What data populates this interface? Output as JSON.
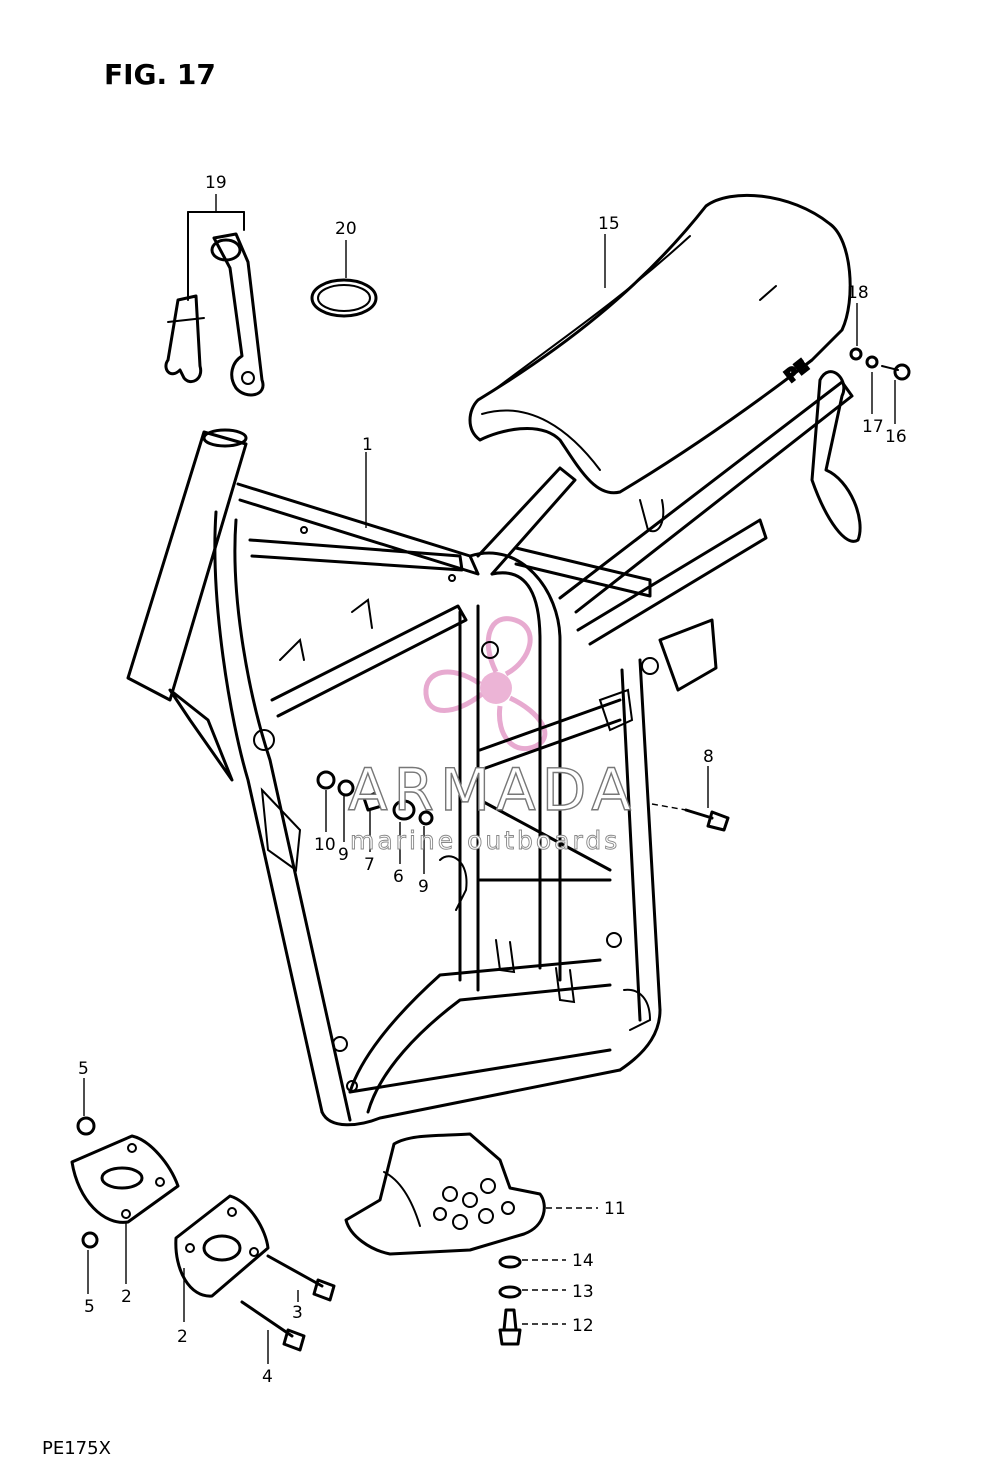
{
  "figure": {
    "title": "FIG. 17",
    "model": "PE175X"
  },
  "watermark": {
    "name": "ARMADA",
    "tagline": "marine outboards",
    "logo_icon": "propeller-icon",
    "logo_color": "#e39cc8"
  },
  "callouts": [
    {
      "id": "c1",
      "label": "1"
    },
    {
      "id": "c2a",
      "label": "2"
    },
    {
      "id": "c2b",
      "label": "2"
    },
    {
      "id": "c3",
      "label": "3"
    },
    {
      "id": "c4",
      "label": "4"
    },
    {
      "id": "c5a",
      "label": "5"
    },
    {
      "id": "c5b",
      "label": "5"
    },
    {
      "id": "c6",
      "label": "6"
    },
    {
      "id": "c7",
      "label": "7"
    },
    {
      "id": "c8",
      "label": "8"
    },
    {
      "id": "c9a",
      "label": "9"
    },
    {
      "id": "c9b",
      "label": "9"
    },
    {
      "id": "c10",
      "label": "10"
    },
    {
      "id": "c11",
      "label": "11"
    },
    {
      "id": "c12",
      "label": "12"
    },
    {
      "id": "c13",
      "label": "13"
    },
    {
      "id": "c14",
      "label": "14"
    },
    {
      "id": "c15",
      "label": "15"
    },
    {
      "id": "c16",
      "label": "16"
    },
    {
      "id": "c17",
      "label": "17"
    },
    {
      "id": "c18",
      "label": "18"
    },
    {
      "id": "c19",
      "label": "19"
    },
    {
      "id": "c20",
      "label": "20"
    }
  ],
  "seat_lettering": "PE"
}
